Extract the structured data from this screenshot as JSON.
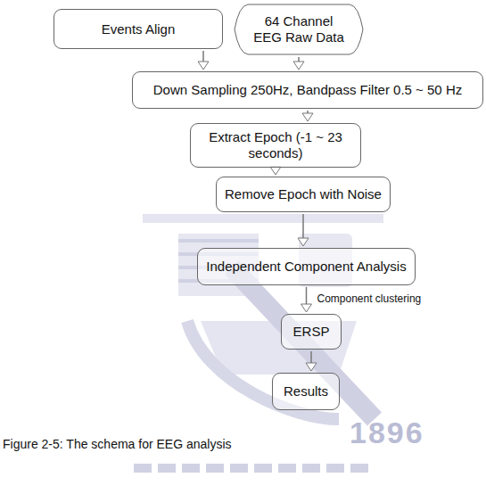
{
  "diagram": {
    "caption": "Figure 2-5: The schema for EEG analysis",
    "nodes": [
      {
        "text": [
          "Events Align"
        ]
      },
      {
        "text": [
          "64 Channel EEG Raw Data"
        ]
      },
      {
        "text": [
          "Down Sampling 250Hz, Bandpass Filter 0.5 ~ 50 Hz"
        ]
      },
      {
        "text": [
          "Extract Epoch (-1 ~ 23 seconds)"
        ]
      },
      {
        "text": [
          "Remove Epoch with Noise"
        ]
      },
      {
        "text": [
          "Independent Component Analysis"
        ]
      },
      {
        "text": [
          "ERSP"
        ]
      },
      {
        "text": [
          "Results"
        ]
      }
    ],
    "edges": [
      {
        "from": 0,
        "to": 2,
        "arrow": "to"
      },
      {
        "from": 1,
        "to": 2,
        "arrow": "to"
      },
      {
        "from": 2,
        "to": 3,
        "arrow": "to"
      },
      {
        "from": 3,
        "to": 4,
        "arrow": "to"
      },
      {
        "from": 4,
        "to": 5,
        "arrow": "to"
      },
      {
        "from": 5,
        "to": 6,
        "label": "Component clustering",
        "arrow": "to"
      },
      {
        "from": 6,
        "to": 7,
        "arrow": "to"
      }
    ],
    "labels": [
      "1896"
    ]
  }
}
